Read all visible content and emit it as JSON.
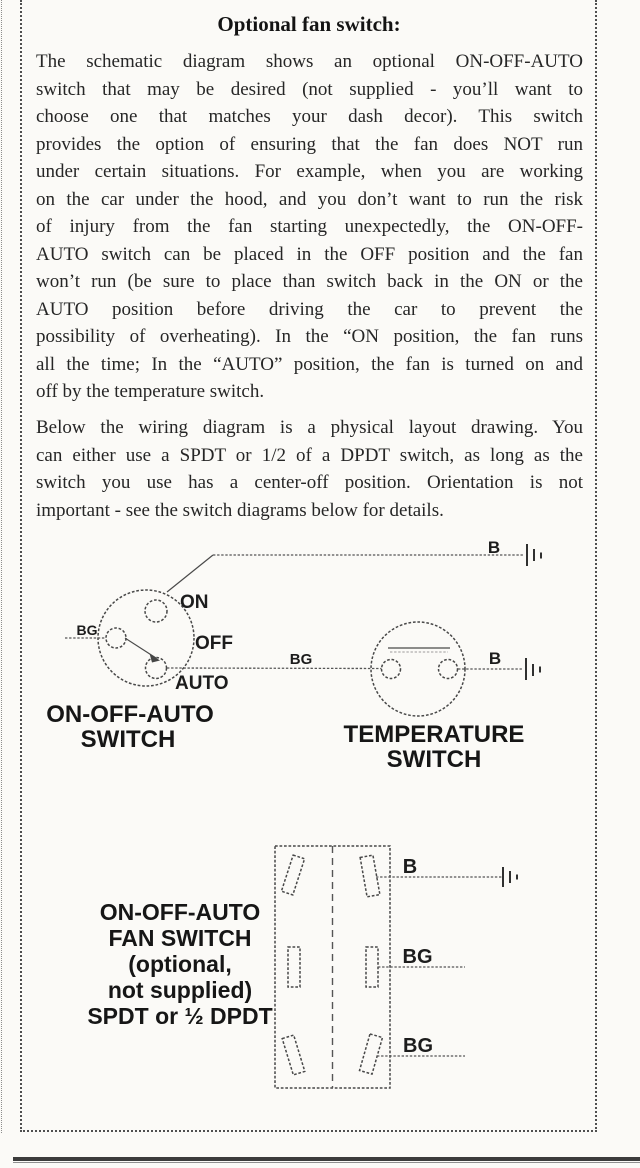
{
  "title": "Optional fan switch:",
  "paragraphs": {
    "p1": [
      "The schematic diagram shows an optional ON-OFF-AUTO",
      "switch that may be desired (not supplied - you’ll want to",
      "choose one that matches your dash decor). This switch",
      "provides the option of ensuring that the fan does NOT run",
      "under certain situations. For example, when you are working",
      "on the car under the hood, and you don’t want to run the risk",
      "of injury from the fan starting unexpectedly, the ON-OFF-",
      "AUTO switch can be placed in the OFF position and the fan",
      "won’t run (be sure to place than switch back in the ON or the",
      "AUTO position before driving the car to prevent the",
      "possibility of overheating). In the “ON position, the fan runs",
      "all the time; In the “AUTO” position, the fan is turned on and",
      "off by the temperature switch."
    ],
    "p2": [
      "Below the wiring diagram is a physical layout drawing. You",
      "can either use a SPDT or 1/2 of a DPDT switch, as long as the",
      "switch you use has a center-off position. Orientation is not",
      "important - see the switch diagrams below for details."
    ]
  },
  "schematic": {
    "on_off_auto_switch": {
      "caption_line1": "ON-OFF-AUTO",
      "caption_line2": "SWITCH",
      "position_on": "ON",
      "position_off": "OFF",
      "position_auto": "AUTO",
      "input_wire_label": "BG"
    },
    "temperature_switch": {
      "caption_line1": "TEMPERATURE",
      "caption_line2": "SWITCH"
    },
    "wire_labels": {
      "b_top": "B",
      "bg_mid": "BG",
      "b_right": "B"
    }
  },
  "layout_drawing": {
    "caption_lines": [
      "ON-OFF-AUTO",
      "FAN SWITCH",
      "(optional,",
      "not supplied)",
      "SPDT or ½ DPDT"
    ],
    "wire_labels": {
      "b_top": "B",
      "bg_mid": "BG",
      "bg_bottom": "BG"
    }
  }
}
